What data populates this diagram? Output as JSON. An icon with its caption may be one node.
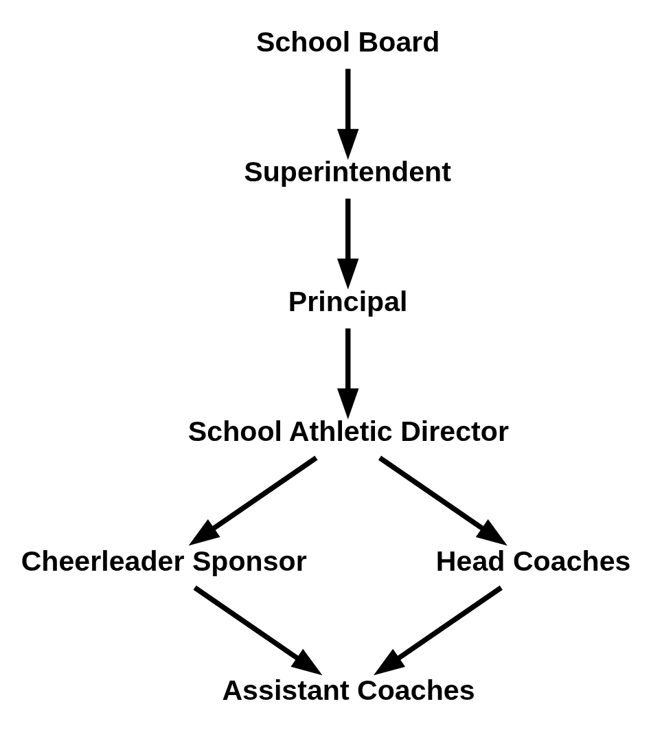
{
  "diagram": {
    "nodes": [
      {
        "text": [
          "School Board"
        ]
      },
      {
        "text": [
          "Superintendent"
        ]
      },
      {
        "text": [
          "Principal"
        ]
      },
      {
        "text": [
          "School Athletic Director"
        ]
      },
      {
        "text": [
          "Cheerleader Sponsor"
        ]
      },
      {
        "text": [
          "Head Coaches"
        ]
      },
      {
        "text": [
          "Assistant Coaches"
        ]
      }
    ],
    "edges": [
      {
        "from": 0,
        "to": 1,
        "arrow": "to"
      },
      {
        "from": 1,
        "to": 2,
        "arrow": "to"
      },
      {
        "from": 2,
        "to": 3,
        "arrow": "to"
      },
      {
        "from": 3,
        "to": 4,
        "arrow": "to"
      },
      {
        "from": 3,
        "to": 5,
        "arrow": "to"
      },
      {
        "from": 4,
        "to": 6,
        "arrow": "to"
      },
      {
        "from": 5,
        "to": 6,
        "arrow": "to"
      }
    ]
  }
}
